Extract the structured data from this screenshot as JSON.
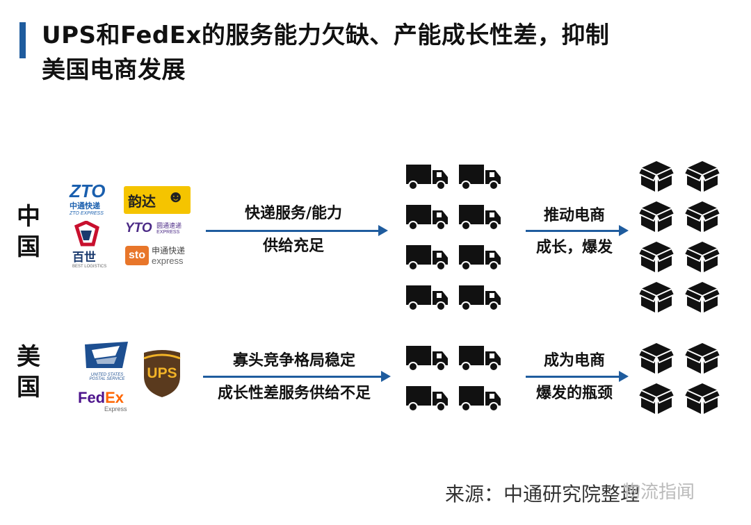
{
  "title": {
    "line1": "UPS和FedEx的服务能力欠缺、产能成长性差，抑制",
    "line2": "美国电商发展"
  },
  "china": {
    "label_line1": "中",
    "label_line2": "国",
    "logos": {
      "zto": "ZTO",
      "zto_cn": "中通快递",
      "zto_en": "ZTO EXPRESS",
      "yunda": "韵达",
      "best_cn": "百世",
      "best_en": "BEST LOGISTICS",
      "yto": "YTO",
      "yto_cn": "圆通速递",
      "yto_en": "EXPRESS",
      "sto": "sto",
      "sto_cn": "申通快递",
      "sto_en": "express"
    },
    "arrow1_line1": "快递服务/能力",
    "arrow1_line2": "供给充足",
    "arrow2_line1": "推动电商",
    "arrow2_line2": "成长，爆发"
  },
  "usa": {
    "label_line1": "美",
    "label_line2": "国",
    "logos": {
      "usps_line1": "UNITED STATES",
      "usps_line2": "POSTAL SERVICE",
      "ups": "UPS",
      "fedex_fed": "Fed",
      "fedex_ex": "Ex",
      "fedex_sub": "Express"
    },
    "arrow1_line1": "寡头竞争格局稳定",
    "arrow1_line2": "成长性差服务供给不足",
    "arrow2_line1": "成为电商",
    "arrow2_line2": "爆发的瓶颈"
  },
  "source": "来源：中通研究院整理",
  "watermark": "物流指闻",
  "colors": {
    "accent": "#1f5c9e",
    "zto_blue": "#1a5fae",
    "yunda_yellow": "#f5c400",
    "sto_orange": "#e8762a",
    "ups_brown": "#5a3a1e",
    "ups_gold": "#f2b327",
    "fedex_purple": "#4d148c",
    "fedex_orange": "#ff6600"
  }
}
